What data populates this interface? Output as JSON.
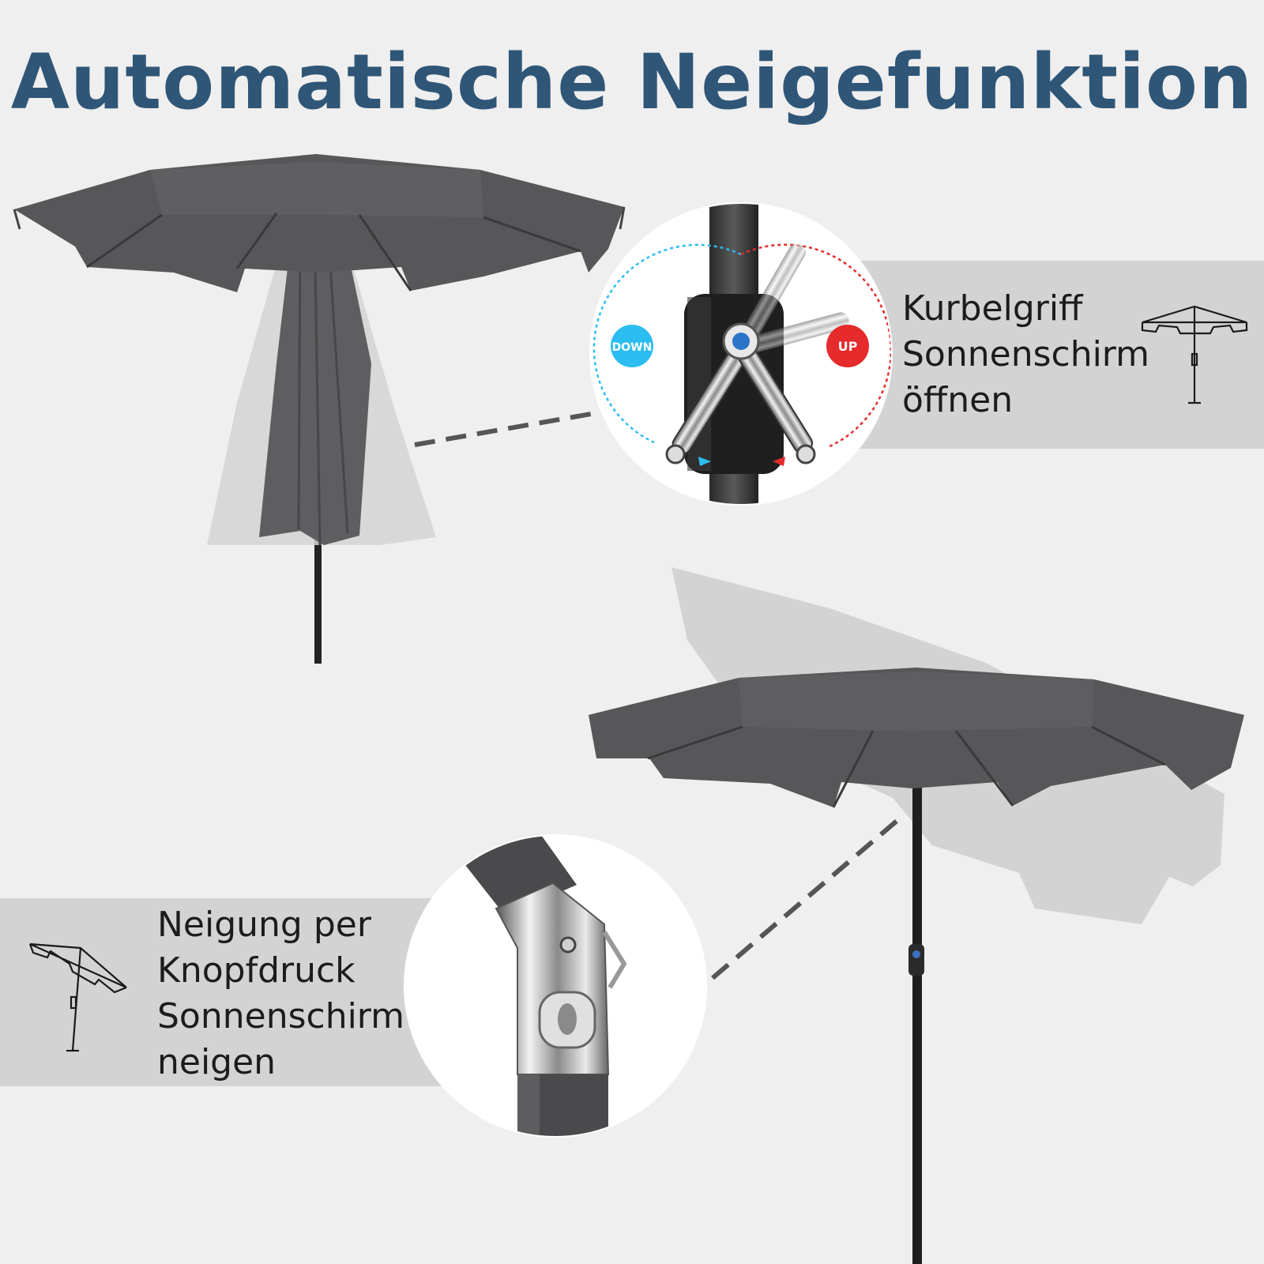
{
  "title": "Automatische Neigefunktion",
  "crank_feature": {
    "lines": [
      "Kurbelgriff",
      "Sonnenschirm",
      "öffnen"
    ],
    "down_label": "DOWN",
    "up_label": "UP",
    "down_color": "#2bbdf0",
    "up_color": "#e52b2b"
  },
  "tilt_feature": {
    "lines": [
      "Neigung per",
      "Knopfdruck",
      "Sonnenschirm",
      "neigen"
    ]
  },
  "colors": {
    "title": "#2f5677",
    "canopy": "#565659",
    "band": "#d3d3d3",
    "background": "#efefef"
  },
  "icons": [
    "crank-umbrella-icon",
    "tilted-umbrella-icon"
  ]
}
